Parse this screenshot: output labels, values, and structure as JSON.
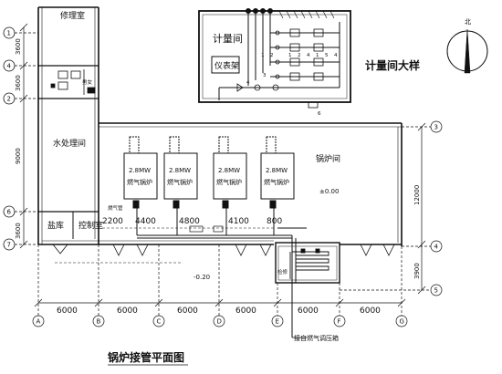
{
  "rooms": {
    "repair": "修理室",
    "water_treatment": "水处理间",
    "salt_storage": "盐库",
    "control_room": "控制室",
    "boiler_room": "锅炉间",
    "metering_room": "计量间",
    "instrument_rack": "仪表架",
    "floor_level": "±0.00",
    "toilet_label": "男女"
  },
  "boilers": [
    {
      "power": "2.8MW",
      "name": "燃气锅炉"
    },
    {
      "power": "2.8MW",
      "name": "燃气锅炉"
    },
    {
      "power": "2.8MW",
      "name": "燃气锅炉"
    },
    {
      "power": "2.8MW",
      "name": "燃气锅炉"
    }
  ],
  "inner_dims": [
    "2200",
    "4400",
    "4800",
    "4100",
    "800"
  ],
  "left_dims": [
    "3600",
    "3600",
    "9000",
    "3600"
  ],
  "right_dims": [
    "12000",
    "3900"
  ],
  "bottom_dims": [
    "6000",
    "6000",
    "6000",
    "6000",
    "6000",
    "6000"
  ],
  "col_axes": [
    "A",
    "B",
    "C",
    "D",
    "E",
    "F",
    "G"
  ],
  "row_axes_left": [
    "1",
    "4",
    "2",
    "6",
    "7"
  ],
  "row_axes_right": [
    "3",
    "4",
    "5"
  ],
  "elevation_outside": "-0.20",
  "detail_title": "计量间大样",
  "detail_numbers": [
    "1",
    "2",
    "3",
    "4",
    "1",
    "2",
    "4",
    "1",
    "5",
    "4"
  ],
  "detail_note_number": "6",
  "gas_pipe_label": "燃气管",
  "pipe_tag": "接自燃气调压箱",
  "small_tag": "检修",
  "north_label": "北",
  "drawing_title": "锅炉接管平面图"
}
